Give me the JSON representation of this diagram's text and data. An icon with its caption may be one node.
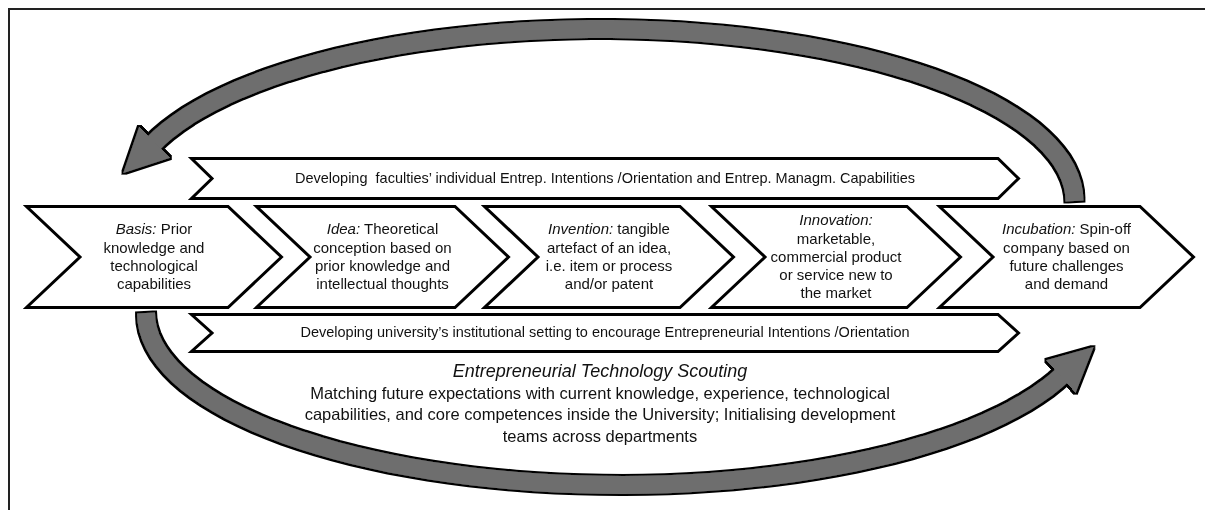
{
  "diagram": {
    "nodes": [
      {
        "text": [
          "Developing  faculties’ individual Entrep. Intentions /Orientation and Entrep. Managm. Capabilities"
        ]
      },
      {
        "text": [
          "*Basis:* Prior knowledge and technological capabilities"
        ]
      },
      {
        "text": [
          "*Idea:* Theoretical conception based on prior knowledge and intellectual thoughts"
        ]
      },
      {
        "text": [
          "*Invention:* tangible artefact of an idea, i.e. item or process and/or patent"
        ]
      },
      {
        "text": [
          "*Innovation:* marketable, commercial product or service new to the market"
        ]
      },
      {
        "text": [
          "*Incubation:* Spin-off company based on future challenges and demand"
        ]
      },
      {
        "text": [
          "Developing university’s institutional setting to encourage Entrepreneurial Intentions /Orientation"
        ]
      }
    ],
    "edges": [
      {
        "from": 5,
        "to": 1,
        "arrow": "to"
      },
      {
        "from": 1,
        "to": 5,
        "arrow": "to"
      }
    ],
    "labels": [
      "Entrepreneurial Technology Scouting",
      "Matching future expectations with current knowledge, experience, technological capabilities, and core competences inside the University; Initialising development teams across departments"
    ]
  }
}
